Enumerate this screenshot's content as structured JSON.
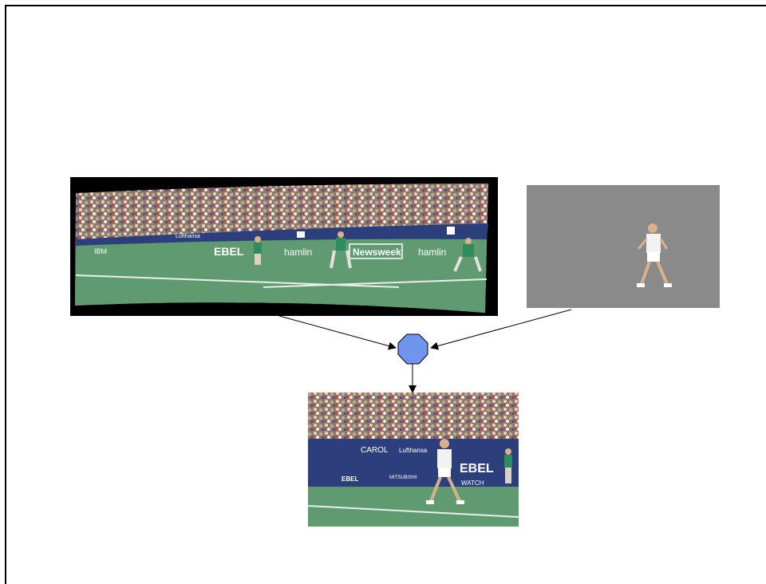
{
  "diagram": {
    "panorama_image": {
      "billboards": [
        "EBEL",
        "hamlin",
        "Newsweek",
        "hamlin",
        "IBM",
        "Lufthansa"
      ]
    },
    "player_mask_image": {},
    "composite_node": {},
    "composite_image": {
      "billboards": [
        "CAROL",
        "Lufthansa",
        "EBEL",
        "EBEL",
        "WATCH",
        "MITSUBISHI"
      ]
    },
    "colors": {
      "node_fill": "#6f95ef",
      "court": "#5f9a70",
      "wall": "#2c3f7c",
      "mask_bg": "#8a8a8a",
      "arrow": "#000000"
    }
  }
}
